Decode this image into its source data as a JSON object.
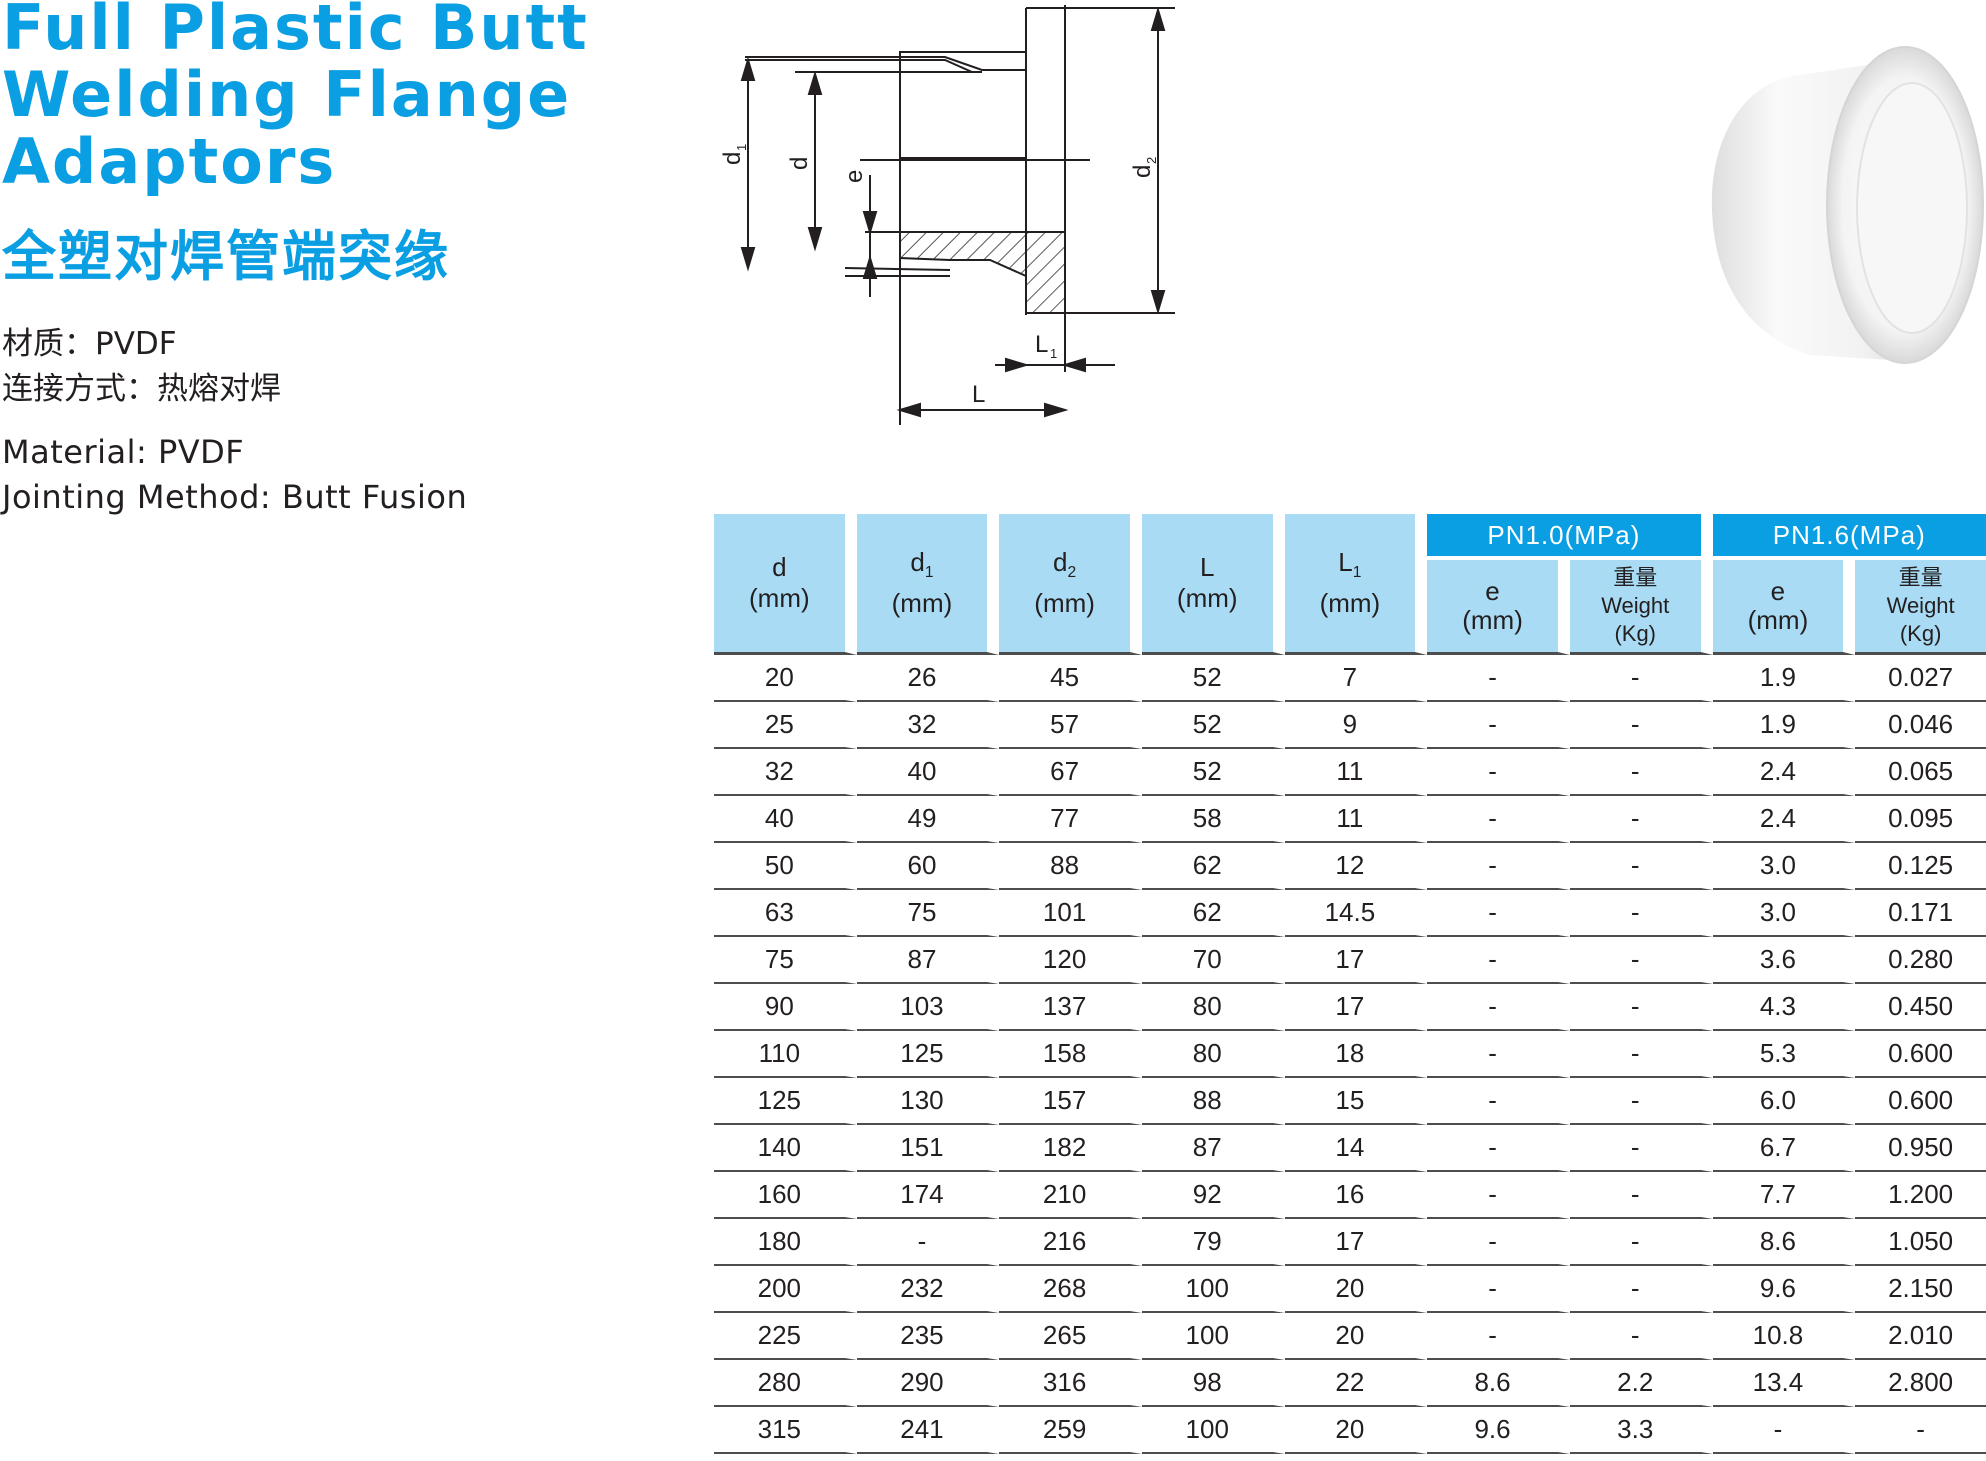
{
  "title_lines": [
    "Full Plastic Butt",
    "Welding Flange",
    "Adaptors"
  ],
  "cn_title": "全塑对焊管端突缘",
  "info": {
    "material_cn": "材质：PVDF",
    "method_cn": "连接方式：热熔对焊",
    "material_en": "Material: PVDF",
    "method_en": "Jointing Method: Butt Fusion"
  },
  "drawing_labels": {
    "d1": "d",
    "d1_sub": "1",
    "d": "d",
    "e": "e",
    "d2": "d",
    "d2_sub": "2",
    "L1": "L",
    "L1_sub": "1",
    "L": "L"
  },
  "table": {
    "headers": {
      "d": {
        "label": "d",
        "sub": "",
        "unit": "(mm)"
      },
      "d1": {
        "label": "d",
        "sub": "1",
        "unit": "(mm)"
      },
      "d2": {
        "label": "d",
        "sub": "2",
        "unit": "(mm)"
      },
      "L": {
        "label": "L",
        "sub": "",
        "unit": "(mm)"
      },
      "L1": {
        "label": "L",
        "sub": "1",
        "unit": "(mm)"
      },
      "pn10": "PN1.0(MPa)",
      "pn16": "PN1.6(MPa)",
      "e": "e",
      "e_unit": "(mm)",
      "weight_cn": "重量",
      "weight_en": "Weight",
      "weight_unit": "(Kg)"
    },
    "rows": [
      [
        "20",
        "26",
        "45",
        "52",
        "7",
        "-",
        "-",
        "1.9",
        "0.027"
      ],
      [
        "25",
        "32",
        "57",
        "52",
        "9",
        "-",
        "-",
        "1.9",
        "0.046"
      ],
      [
        "32",
        "40",
        "67",
        "52",
        "11",
        "-",
        "-",
        "2.4",
        "0.065"
      ],
      [
        "40",
        "49",
        "77",
        "58",
        "11",
        "-",
        "-",
        "2.4",
        "0.095"
      ],
      [
        "50",
        "60",
        "88",
        "62",
        "12",
        "-",
        "-",
        "3.0",
        "0.125"
      ],
      [
        "63",
        "75",
        "101",
        "62",
        "14.5",
        "-",
        "-",
        "3.0",
        "0.171"
      ],
      [
        "75",
        "87",
        "120",
        "70",
        "17",
        "-",
        "-",
        "3.6",
        "0.280"
      ],
      [
        "90",
        "103",
        "137",
        "80",
        "17",
        "-",
        "-",
        "4.3",
        "0.450"
      ],
      [
        "110",
        "125",
        "158",
        "80",
        "18",
        "-",
        "-",
        "5.3",
        "0.600"
      ],
      [
        "125",
        "130",
        "157",
        "88",
        "15",
        "-",
        "-",
        "6.0",
        "0.600"
      ],
      [
        "140",
        "151",
        "182",
        "87",
        "14",
        "-",
        "-",
        "6.7",
        "0.950"
      ],
      [
        "160",
        "174",
        "210",
        "92",
        "16",
        "-",
        "-",
        "7.7",
        "1.200"
      ],
      [
        "180",
        "-",
        "216",
        "79",
        "17",
        "-",
        "-",
        "8.6",
        "1.050"
      ],
      [
        "200",
        "232",
        "268",
        "100",
        "20",
        "-",
        "-",
        "9.6",
        "2.150"
      ],
      [
        "225",
        "235",
        "265",
        "100",
        "20",
        "-",
        "-",
        "10.8",
        "2.010"
      ],
      [
        "280",
        "290",
        "316",
        "98",
        "22",
        "8.6",
        "2.2",
        "13.4",
        "2.800"
      ],
      [
        "315",
        "241",
        "259",
        "100",
        "20",
        "9.6",
        "3.3",
        "-",
        "-"
      ]
    ]
  },
  "colors": {
    "brand_blue": "#0a9ee2",
    "header_light_blue": "#a9dcf4",
    "text": "#231f20"
  }
}
